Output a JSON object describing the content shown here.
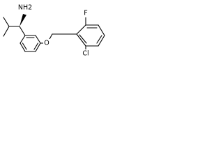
{
  "atoms": {
    "amine": "NH2",
    "ether_oxygen": "O",
    "fluorine": "F",
    "chlorine": "Cl"
  },
  "colors": {
    "bond": "#000000",
    "label": "#000000",
    "background": "#ffffff"
  }
}
